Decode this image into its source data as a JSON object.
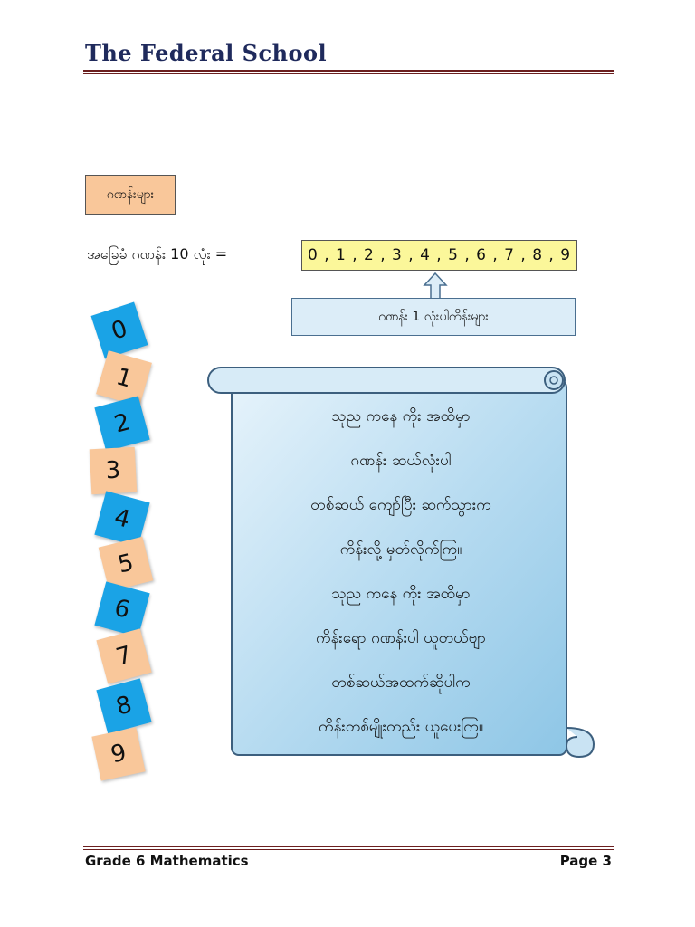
{
  "header": {
    "school_name": "The Federal School"
  },
  "section": {
    "title": "ဂဏန်းများ"
  },
  "basic_digits": {
    "label": "အခြေခံ ဂဏန်း 10 လုံး  =",
    "digits": "0 , 1 , 2 , 3 , 4 , 5 , 6 , 7 , 8 , 9"
  },
  "place_value_label": "ဂဏန်း 1 လုံးပါကိန်းများ",
  "tiles": [
    {
      "digit": "0",
      "color": "#1aa3e6"
    },
    {
      "digit": "1",
      "color": "#f9c79a"
    },
    {
      "digit": "2",
      "color": "#1aa3e6"
    },
    {
      "digit": "3",
      "color": "#f9c79a"
    },
    {
      "digit": "4",
      "color": "#1aa3e6"
    },
    {
      "digit": "5",
      "color": "#f9c79a"
    },
    {
      "digit": "6",
      "color": "#1aa3e6"
    },
    {
      "digit": "7",
      "color": "#f9c79a"
    },
    {
      "digit": "8",
      "color": "#1aa3e6"
    },
    {
      "digit": "9",
      "color": "#f9c79a"
    }
  ],
  "poem": [
    "သုည ကနေ ကိုး အထိမှာ",
    "ဂဏန်း ဆယ်လုံးပါ",
    "တစ်ဆယ် ကျော်ပြီး ဆက်သွားက",
    "ကိန်းလို့ မှတ်လိုက်ကြ။",
    "သုည ကနေ ကိုး အထိမှာ",
    "ကိန်းရော ဂဏန်းပါ ယူတယ်ဗျာ",
    "တစ်ဆယ်အထက်ဆိုပါက",
    "ကိန်းတစ်မျိုးတည်း ယူပေးကြ။"
  ],
  "footer": {
    "course": "Grade 6 Mathematics",
    "page": "Page 3"
  }
}
